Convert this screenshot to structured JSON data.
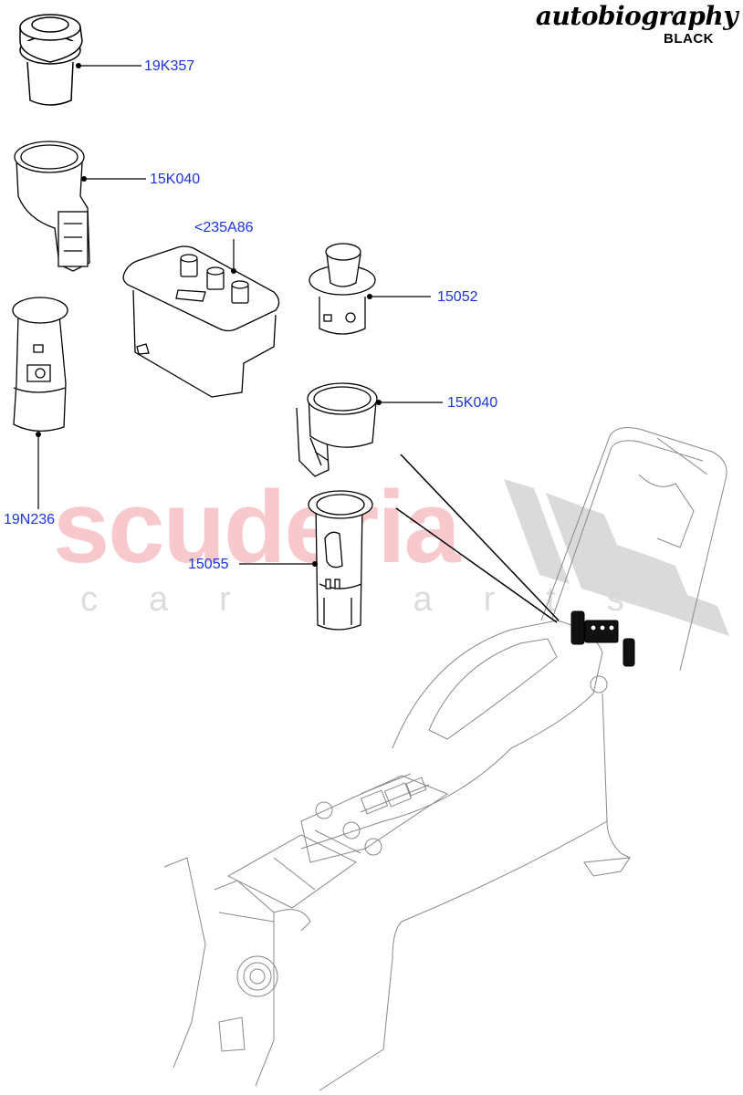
{
  "header": {
    "brand_script": "autobiography",
    "brand_sub": "BLACK"
  },
  "watermark": {
    "main": "scuderia",
    "sub": "car parts"
  },
  "callouts": [
    {
      "id": "19K357",
      "label": "19K357"
    },
    {
      "id": "15K040-a",
      "label": "15K040"
    },
    {
      "id": "235A86",
      "label": "<235A86"
    },
    {
      "id": "15052",
      "label": "15052"
    },
    {
      "id": "15K040-b",
      "label": "15K040"
    },
    {
      "id": "19N236",
      "label": "19N236"
    },
    {
      "id": "15055",
      "label": "15055"
    }
  ],
  "colors": {
    "callout_text": "#1a35e0",
    "line": "#000000",
    "console_line": "#777777",
    "watermark_red": "#f7c9cc",
    "watermark_grey": "#dcdcdc"
  }
}
